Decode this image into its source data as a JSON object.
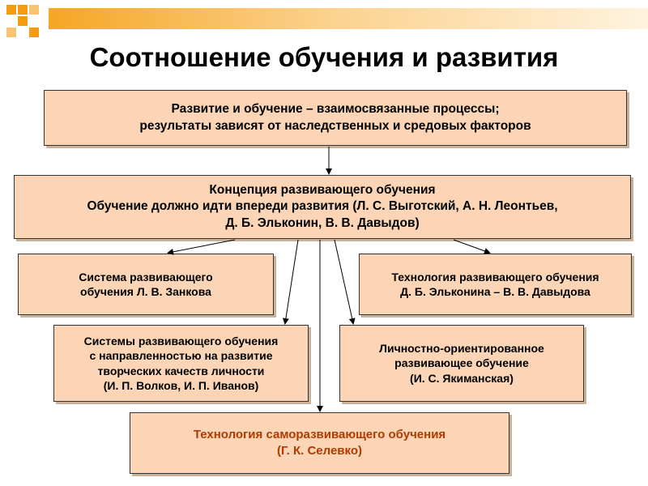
{
  "title": "Соотношение обучения и развития",
  "boxes": {
    "top": "Развитие и обучение – взаимосвязанные процессы;\nрезультаты зависят от наследственных  и средовых факторов",
    "concept": "Концепция развивающего обучения\nОбучение должно идти впереди развития (Л. С. Выготский, А. Н. Леонтьев,\nД. Б. Эльконин, В. В. Давыдов)",
    "zankov": "Система развивающего\nобучения Л. В. Занкова",
    "elkonin": "Технология развивающего обучения\nД. Б. Эльконина – В. В. Давыдова",
    "creative": "Системы развивающего обучения\nс направленностью на развитие\nтворческих качеств личности\n(И. П. Волков, И. П. Иванов)",
    "personal": "Личностно-ориентированное\nразвивающее обучение\n(И. С. Якиманская)",
    "selevko": "Технология саморазвивающего обучения\n(Г. К. Селевко)"
  },
  "colors": {
    "box_fill": "#fbd5b5",
    "accent_orange": "#f39c12",
    "selevko_text": "#b03a00"
  }
}
